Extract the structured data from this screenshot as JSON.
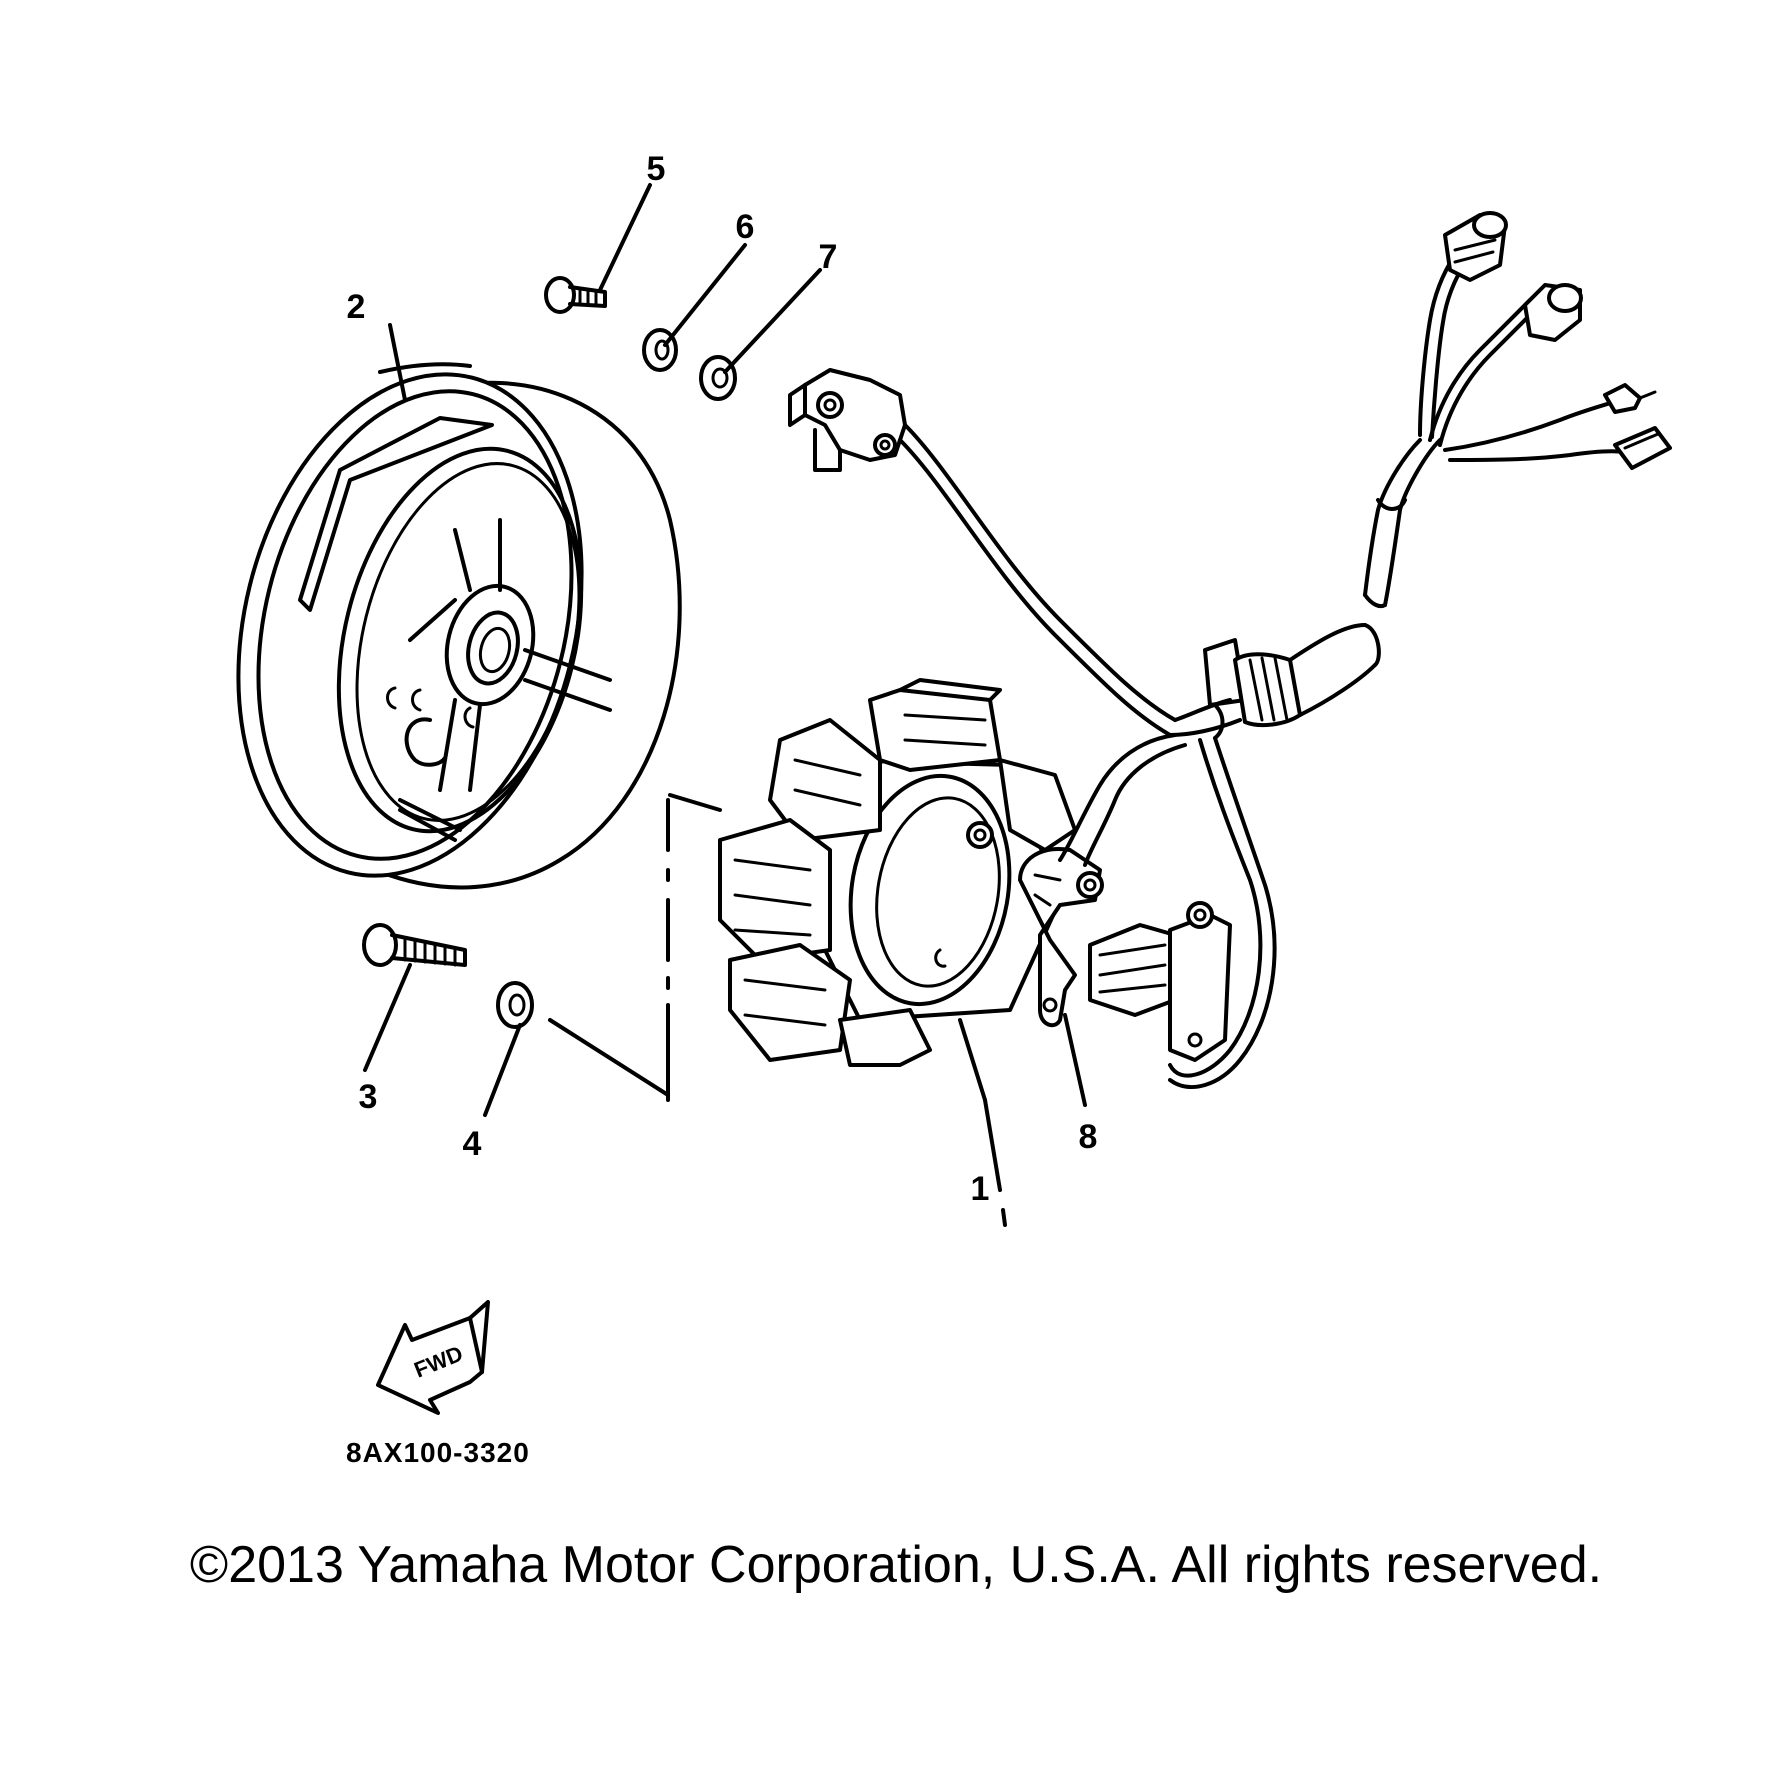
{
  "diagram": {
    "callouts": [
      {
        "id": "1",
        "label": "1"
      },
      {
        "id": "2",
        "label": "2"
      },
      {
        "id": "3",
        "label": "3"
      },
      {
        "id": "4",
        "label": "4"
      },
      {
        "id": "5",
        "label": "5"
      },
      {
        "id": "6",
        "label": "6"
      },
      {
        "id": "7",
        "label": "7"
      },
      {
        "id": "8",
        "label": "8"
      }
    ],
    "forward_arrow_label": "FWD",
    "reference_code": "8AX100-3320"
  },
  "footer": {
    "copyright": "©2013 Yamaha Motor Corporation, U.S.A. All rights reserved."
  }
}
